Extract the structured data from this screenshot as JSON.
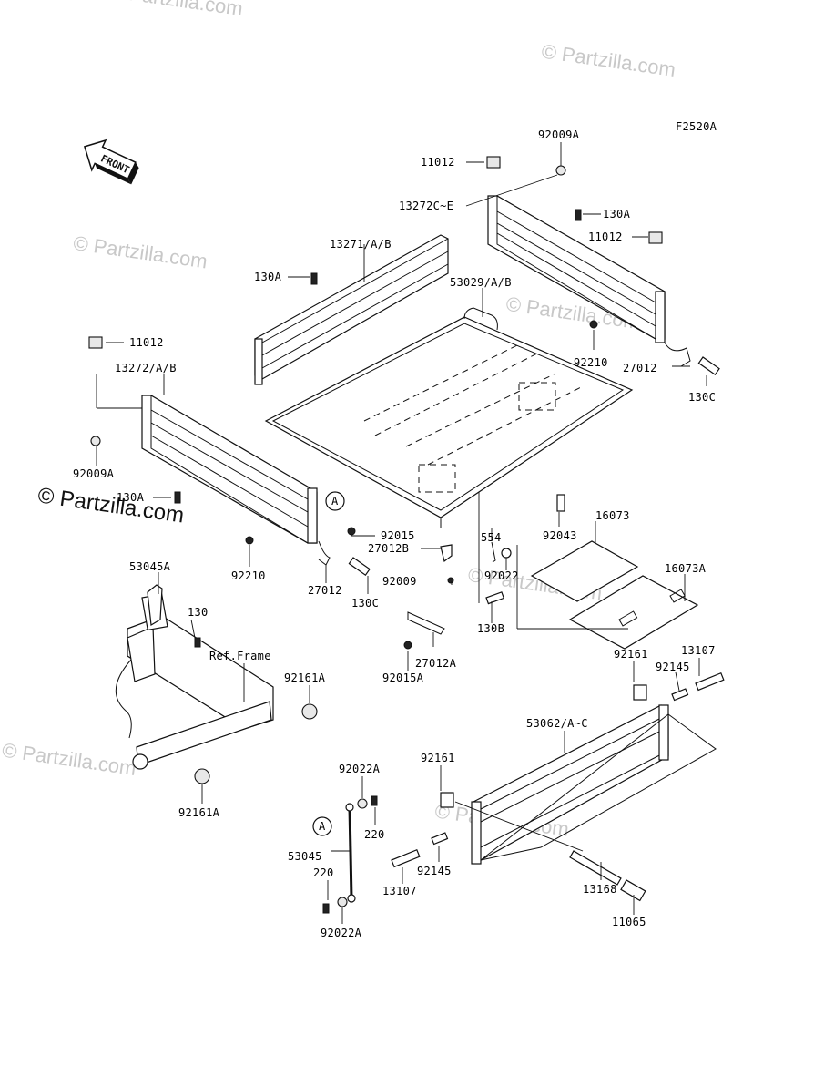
{
  "figure_code": "F2520A",
  "front_arrow_label": "FRONT",
  "watermark": "© Partzilla.com",
  "frame_reference": "Ref.Frame",
  "part_labels": {
    "p92009A_top": "92009A",
    "p11012_top": "11012",
    "p13272CE": "13272C~E",
    "p130A_right": "130A",
    "p11012_right": "11012",
    "p13271AB": "13271/A/B",
    "p130A_left": "130A",
    "p53029AB": "53029/A/B",
    "p11012_left": "11012",
    "p92210_right": "92210",
    "p27012_right": "27012",
    "p13272AB": "13272/A/B",
    "p130C_right": "130C",
    "p92009A_left": "92009A",
    "p130A_mid": "130A",
    "p92015": "92015",
    "p554": "554",
    "p92043": "92043",
    "p16073": "16073",
    "p27012B": "27012B",
    "p92022": "92022",
    "p92210_left": "92210",
    "p16073A": "16073A",
    "p53045A": "53045A",
    "p27012_left": "27012",
    "p130C_left": "130C",
    "p92009": "92009",
    "p130": "130",
    "p130B": "130B",
    "p27012A": "27012A",
    "p92015A": "92015A",
    "p92161_right": "92161",
    "p13107_right": "13107",
    "p92145_right": "92145",
    "p92161A_top": "92161A",
    "p53062AC": "53062/A~C",
    "p92022A_top": "92022A",
    "p92161_mid": "92161",
    "p92161A_bottom": "92161A",
    "p220_top": "220",
    "p53045": "53045",
    "p92145_mid": "92145",
    "p220_bottom": "220",
    "p13107_mid": "13107",
    "p13168": "13168",
    "p92022A_bottom": "92022A",
    "p11065": "11065"
  },
  "callout_marker": "A"
}
